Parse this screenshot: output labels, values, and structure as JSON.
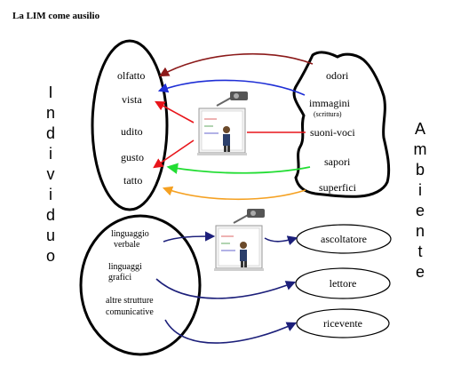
{
  "title": "La LIM come ausilio",
  "left_label": [
    "I",
    "n",
    "d",
    "i",
    "v",
    "i",
    "d",
    "u",
    "o"
  ],
  "right_label": [
    "A",
    "m",
    "b",
    "i",
    "e",
    "n",
    "t",
    "e"
  ],
  "individuo_senses": {
    "olfatto": "olfatto",
    "vista": "vista",
    "udito": "udito",
    "gusto": "gusto",
    "tatto": "tatto"
  },
  "ambiente_items": {
    "odori": "odori",
    "immagini": "immagini",
    "scrittura": "(scrittura)",
    "suoni": "suoni-voci",
    "sapori": "sapori",
    "superfici": "superfici"
  },
  "communication": {
    "verbale_1": "linguaggio",
    "verbale_2": "verbale",
    "grafici_1": "linguaggi",
    "grafici_2": "grafici",
    "altre_1": "altre strutture",
    "altre_2": "comunicative"
  },
  "receivers": {
    "ascoltatore": "ascoltatore",
    "lettore": "lettore",
    "ricevente": "ricevente"
  },
  "colors": {
    "odori_arrow": "#8b1a1a",
    "immagini_arrow": "#1f2fd6",
    "lim_arrow": "#e8151b",
    "sapori_arrow": "#22dd33",
    "superfici_arrow": "#f5a122",
    "comm_arrow": "#1c1f7a"
  }
}
